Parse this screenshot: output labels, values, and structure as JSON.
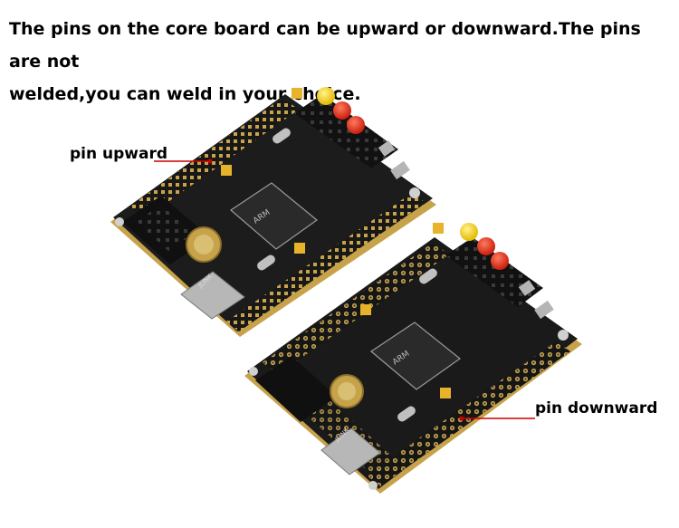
{
  "headline": {
    "line1": "The pins on the core board can be upward or downward.The pins are not",
    "line2": "welded,you can weld in your choice."
  },
  "labels": {
    "pin_upward": "pin upward",
    "pin_downward": "pin downward"
  },
  "board_silkscreen": {
    "top_board_label": "JLINK",
    "bottom_board_label": "JLINK",
    "chip_brand": "ARM"
  },
  "colors": {
    "pcb": "#1b1b1b",
    "pin_gold": "#c9a34a",
    "button_red": "#e02a17",
    "button_yellow": "#f5d000",
    "annotation_line": "#cc0000"
  }
}
